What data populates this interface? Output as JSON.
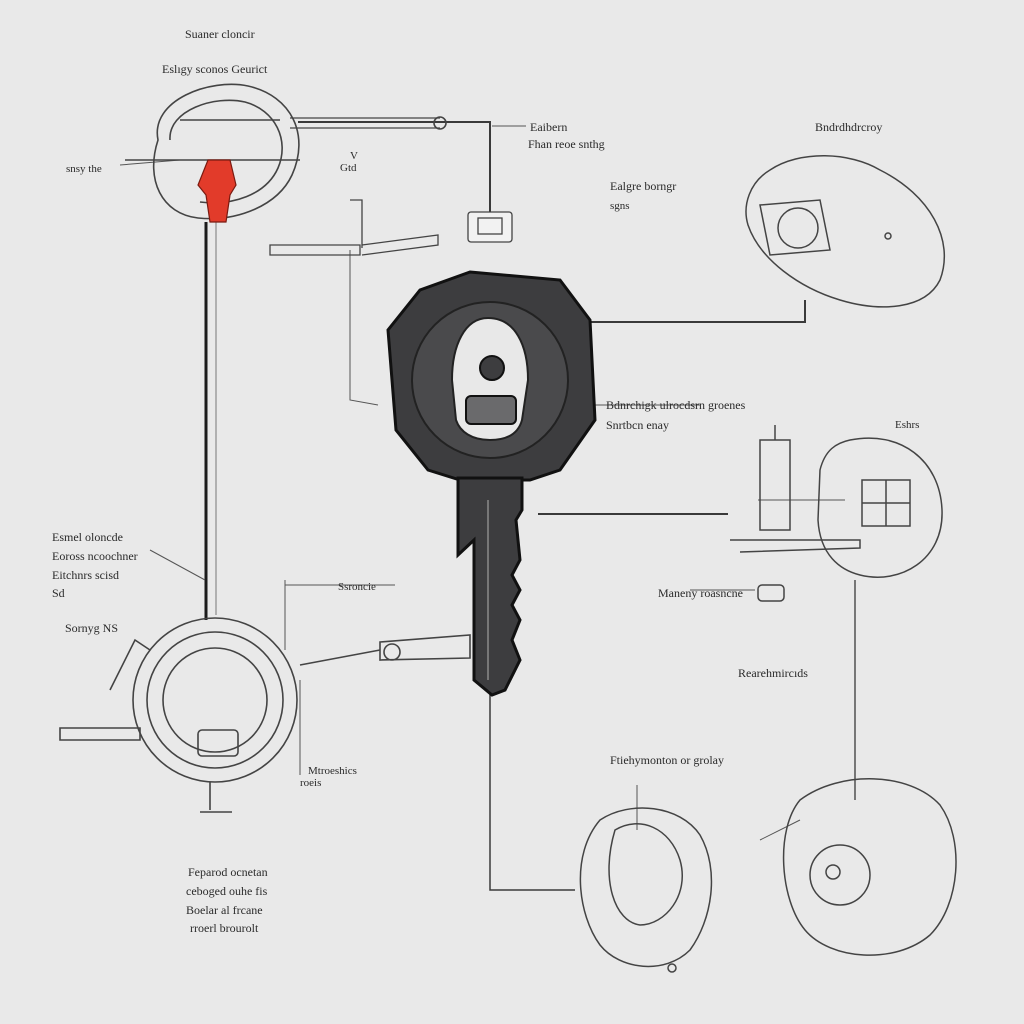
{
  "colors": {
    "background": "#e9e9e9",
    "line": "#3a3a3a",
    "key_body": "#3d3d3f",
    "accent_red": "#e23b2a"
  },
  "labels": {
    "top_title": "Suaner cloncir",
    "top_sub": "Eslıgy sconos Geurict",
    "left_fuse": "snsy the",
    "small_v": "V",
    "small_dat": "Gtd",
    "right_top_line1": "Eaibern",
    "right_top_line2": "Fhan reoe snthg",
    "mid_right_line1": "Ealgre borngr",
    "mid_right_line2": "sgns",
    "far_right_top": "Bndrdhdrcroy",
    "key_right_line1": "Bdnrchigk ulrocdsrn groenes",
    "key_right_line2": "Snrtbcn enay",
    "far_right_mid": "Eshrs",
    "left_mid_line1": "Esmel oloncde",
    "left_mid_line2": "Eoross ncoochner",
    "left_mid_line3": "Eitchnrs scisd",
    "left_mid_line4": "Sd",
    "left_lower": "Sornyg NS",
    "center_small": "Ssroncie",
    "lower_right_mid": "Maneny roasncne",
    "right_side_mid": "Rearehmircıds",
    "center_low_line1": "Ftiehymonton or grolay",
    "left_ring_line1": "Mtroeshics",
    "left_ring_line2": "roeis",
    "bottom_line1": "Feparod ocnetan",
    "bottom_line2": "ceboged ouhe fis",
    "bottom_line3": "Boelar al frcane",
    "bottom_line4": "rroerl brourolt"
  }
}
